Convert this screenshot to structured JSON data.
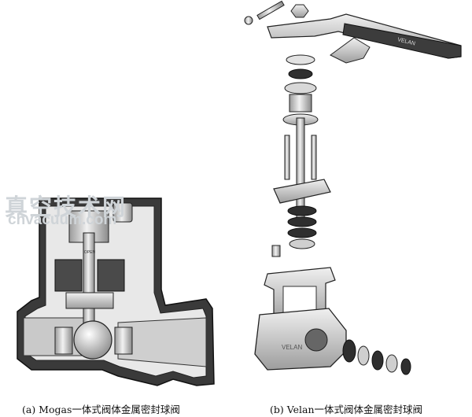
{
  "figure": {
    "watermark_cn": "真空技术网",
    "watermark_en": "chvacuum.com",
    "left_open_label": "OPEN",
    "right_handle_label": "VELAN",
    "right_body_label": "VELAN",
    "caption_a": "(a) Mogas一体式阀体金属密封球阀",
    "caption_b": "(b) Velan一体式阀体金属密封球阀"
  }
}
